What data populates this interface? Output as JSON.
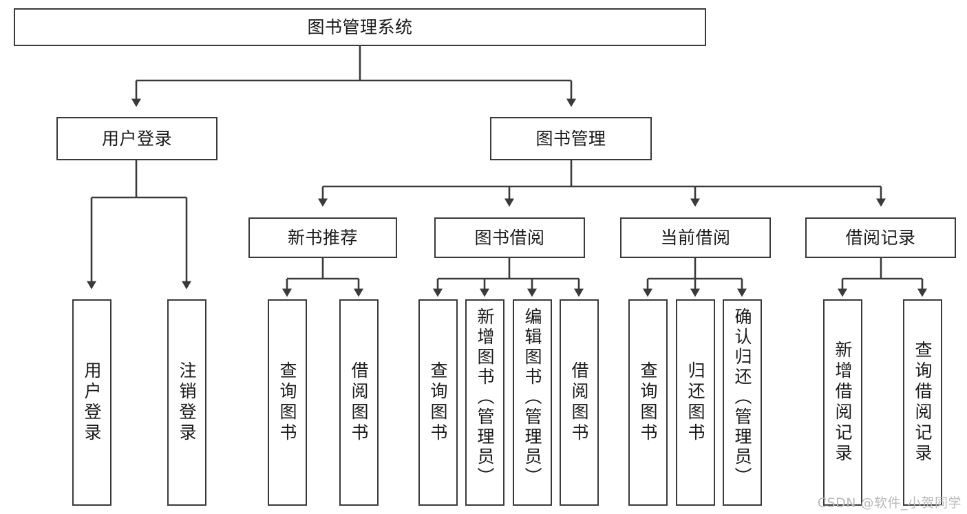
{
  "diagram": {
    "title": "图书管理系统",
    "type": "tree",
    "watermark": "CSDN @软件_小贺同学",
    "colors": {
      "box_border": "#3a3a3a",
      "box_fill": "#ffffff",
      "edge": "#3a3a3a",
      "text": "#1a1a1a",
      "watermark": "#b9b9b9",
      "background": "#ffffff"
    },
    "nodes": {
      "root": {
        "label": "图书管理系统"
      },
      "level2": [
        {
          "id": "user-login",
          "label": "用户登录"
        },
        {
          "id": "book-manage",
          "label": "图书管理"
        }
      ],
      "level3": [
        {
          "id": "new-book-rec",
          "label": "新书推荐"
        },
        {
          "id": "book-borrow",
          "label": "图书借阅"
        },
        {
          "id": "current-borrow",
          "label": "当前借阅"
        },
        {
          "id": "borrow-record",
          "label": "借阅记录"
        }
      ],
      "leaves": {
        "user-login": [
          {
            "id": "leaf-user-login",
            "label": "用户登录"
          },
          {
            "id": "leaf-logout-login",
            "label": "注销登录"
          }
        ],
        "new-book-rec": [
          {
            "id": "leaf-query-book-1",
            "label": "查询图书"
          },
          {
            "id": "leaf-borrow-book-1",
            "label": "借阅图书"
          }
        ],
        "book-borrow": [
          {
            "id": "leaf-query-book-2",
            "label": "查询图书"
          },
          {
            "id": "leaf-add-book",
            "label": "新增图书（管理员）"
          },
          {
            "id": "leaf-edit-book",
            "label": "编辑图书（管理员）"
          },
          {
            "id": "leaf-borrow-book-2",
            "label": "借阅图书"
          }
        ],
        "current-borrow": [
          {
            "id": "leaf-query-book-3",
            "label": "查询图书"
          },
          {
            "id": "leaf-return-book",
            "label": "归还图书"
          },
          {
            "id": "leaf-confirm-return",
            "label": "确认归还（管理员）"
          }
        ],
        "borrow-record": [
          {
            "id": "leaf-add-record",
            "label": "新增借阅记录"
          },
          {
            "id": "leaf-query-record",
            "label": "查询借阅记录"
          }
        ]
      }
    },
    "edges": [
      {
        "from": "root",
        "to": "user-login"
      },
      {
        "from": "root",
        "to": "book-manage"
      },
      {
        "from": "user-login",
        "to": "leaf-user-login"
      },
      {
        "from": "user-login",
        "to": "leaf-logout-login"
      },
      {
        "from": "book-manage",
        "to": "new-book-rec"
      },
      {
        "from": "book-manage",
        "to": "book-borrow"
      },
      {
        "from": "book-manage",
        "to": "current-borrow"
      },
      {
        "from": "book-manage",
        "to": "borrow-record"
      },
      {
        "from": "new-book-rec",
        "to": "leaf-query-book-1"
      },
      {
        "from": "new-book-rec",
        "to": "leaf-borrow-book-1"
      },
      {
        "from": "book-borrow",
        "to": "leaf-query-book-2"
      },
      {
        "from": "book-borrow",
        "to": "leaf-add-book"
      },
      {
        "from": "book-borrow",
        "to": "leaf-edit-book"
      },
      {
        "from": "book-borrow",
        "to": "leaf-borrow-book-2"
      },
      {
        "from": "current-borrow",
        "to": "leaf-query-book-3"
      },
      {
        "from": "current-borrow",
        "to": "leaf-return-book"
      },
      {
        "from": "current-borrow",
        "to": "leaf-confirm-return"
      },
      {
        "from": "borrow-record",
        "to": "leaf-add-record"
      },
      {
        "from": "borrow-record",
        "to": "leaf-query-record"
      }
    ]
  }
}
